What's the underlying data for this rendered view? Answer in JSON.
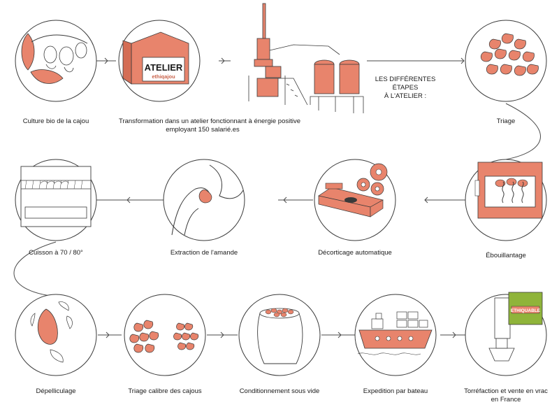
{
  "colors": {
    "accent": "#e8846c",
    "accent_dark": "#c9634b",
    "stroke": "#3a3a3a",
    "line": "#4a4a4a",
    "brand_green": "#8fb43a"
  },
  "side_note": {
    "line1": "LES DIFFÉRENTES ÉTAPES",
    "line2": "À L'ATELIER :"
  },
  "atelier_sign": {
    "title": "ATELIER",
    "brand": "ethiqajou"
  },
  "crate_brand": "ETHIQUABLE",
  "steps": [
    {
      "label": "Culture bio de la cajou",
      "icon": "cashew-tree-icon"
    },
    {
      "label_line1": "Transformation dans un atelier fonctionnant à énergie positive",
      "label_line2": "employant 150 salarié.es",
      "icon": "workshop-icon"
    },
    {
      "label": "Triage",
      "icon": "cashew-pile-icon"
    },
    {
      "label": "Ébouillantage",
      "icon": "boiling-icon"
    },
    {
      "label": "Décorticage automatique",
      "icon": "shelling-machine-icon"
    },
    {
      "label": "Extraction de l'amande",
      "icon": "hand-extraction-icon"
    },
    {
      "label": "Cuisson à 70 / 80°",
      "icon": "oven-icon"
    },
    {
      "label": "Dépelliculage",
      "icon": "peeling-icon"
    },
    {
      "label": "Triage calibre des cajous",
      "icon": "sorted-cashews-icon"
    },
    {
      "label": "Conditionnement sous vide",
      "icon": "vacuum-bag-icon"
    },
    {
      "label": "Expedition par bateau",
      "icon": "cargo-ship-icon"
    },
    {
      "label_line1": "Torréfaction et vente en vrac",
      "label_line2": "en France",
      "icon": "roasting-dispenser-icon"
    }
  ]
}
